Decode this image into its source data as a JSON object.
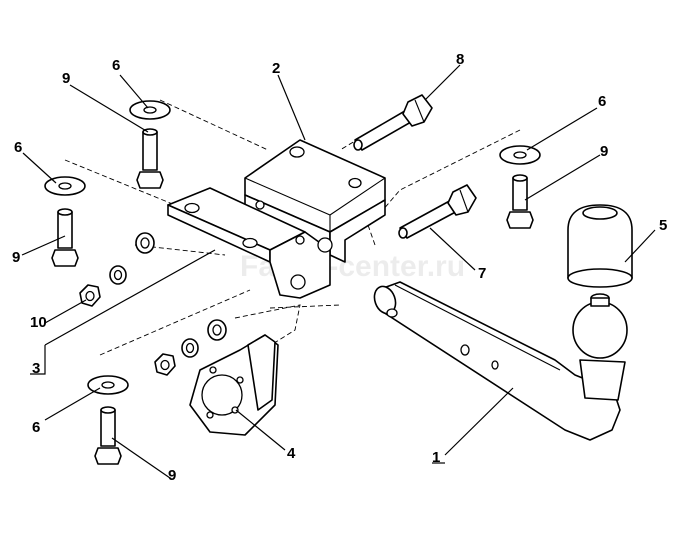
{
  "watermark": "Fakop-center.ru",
  "labels": {
    "l1": "1",
    "l2": "2",
    "l3": "3",
    "l4": "4",
    "l5": "5",
    "l6a": "6",
    "l6b": "6",
    "l6c": "6",
    "l6d": "6",
    "l7": "7",
    "l8": "8",
    "l9a": "9",
    "l9b": "9",
    "l9c": "9",
    "l9d": "9",
    "l10": "10"
  }
}
